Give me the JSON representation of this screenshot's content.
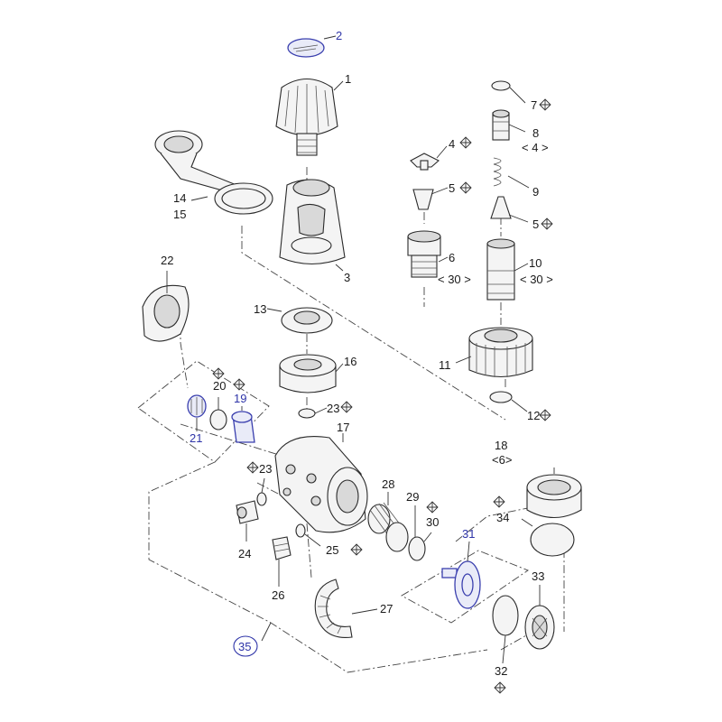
{
  "labels": {
    "p1": "1",
    "p2": "2",
    "p3": "3",
    "p4": "4",
    "p5a": "5",
    "p5b": "5",
    "p6": "6",
    "p6q": "< 30 >",
    "p7": "7",
    "p8": "8",
    "p8q": "< 4 >",
    "p9": "9",
    "p10": "10",
    "p10q": "< 30 >",
    "p11": "11",
    "p12": "12",
    "p13": "13",
    "p14": "14",
    "p15": "15",
    "p16": "16",
    "p17": "17",
    "p18": "18",
    "p18q": "<6>",
    "p19": "19",
    "p20": "20",
    "p21": "21",
    "p22": "22",
    "p23a": "23",
    "p23b": "23",
    "p24": "24",
    "p25": "25",
    "p26": "26",
    "p27": "27",
    "p28": "28",
    "p29": "29",
    "p30": "30",
    "p31": "31",
    "p32": "32",
    "p33": "33",
    "p34": "34",
    "p35": "35"
  },
  "colors": {
    "highlight": "#2e34a8",
    "line": "#2a2a2a"
  },
  "marker_icon": "diamond-cross-icon"
}
